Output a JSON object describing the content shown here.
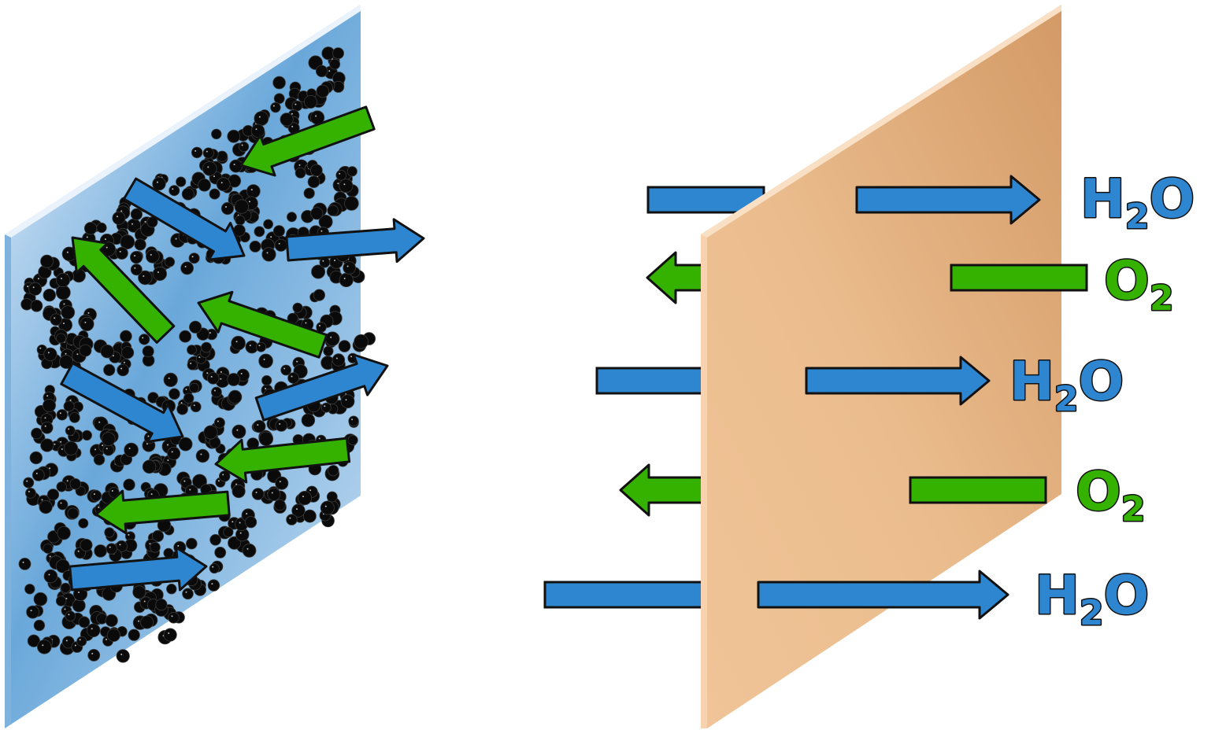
{
  "colors": {
    "water": "#2f86d0",
    "oxygen": "#35b100",
    "outline": "#111111",
    "left_panel": "#c4dcf2",
    "left_panel_edge": "#6fa8d8",
    "right_panel": "#eec193",
    "right_panel_shade": "#d59c68",
    "particles": "#0a0a0a"
  },
  "labels": [
    {
      "species": "water",
      "main": "H",
      "sub": "2",
      "tail": "O",
      "color": "#2f86d0"
    },
    {
      "species": "oxygen",
      "main": "O",
      "sub": "2",
      "tail": "",
      "color": "#35b100"
    },
    {
      "species": "water",
      "main": "H",
      "sub": "2",
      "tail": "O",
      "color": "#2f86d0"
    },
    {
      "species": "oxygen",
      "main": "O",
      "sub": "2",
      "tail": "",
      "color": "#35b100"
    },
    {
      "species": "water",
      "main": "H",
      "sub": "2",
      "tail": "O",
      "color": "#2f86d0"
    }
  ],
  "left_arrows": [
    {
      "species": "oxygen",
      "direction": "inward"
    },
    {
      "species": "water",
      "direction": "inward"
    },
    {
      "species": "water",
      "direction": "outward"
    },
    {
      "species": "oxygen",
      "direction": "inward"
    },
    {
      "species": "oxygen",
      "direction": "inward"
    },
    {
      "species": "water",
      "direction": "inward"
    },
    {
      "species": "water",
      "direction": "outward"
    },
    {
      "species": "oxygen",
      "direction": "inward"
    },
    {
      "species": "oxygen",
      "direction": "inward"
    },
    {
      "species": "water",
      "direction": "outward"
    }
  ]
}
